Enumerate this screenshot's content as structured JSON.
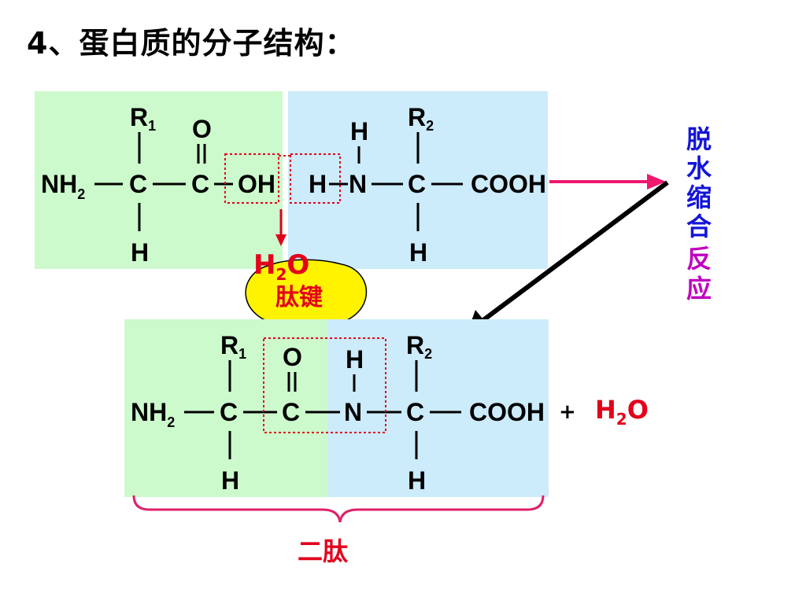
{
  "slide": {
    "title": "4、蛋白质的分子结构："
  },
  "top_structure": {
    "r1": "R",
    "r1_sub": "1",
    "r2": "R",
    "r2_sub": "2",
    "o": "O",
    "h1": "H",
    "h2": "H",
    "h_bottom1": "H",
    "h_bottom2": "H",
    "nh": "NH",
    "nh_sub": "2",
    "c1": "C",
    "c2": "C",
    "oh": "OH",
    "h_left": "H",
    "n": "N",
    "c3": "C",
    "cooh": "COOH"
  },
  "water_out": {
    "h": "H",
    "sub": "2",
    "o": "O"
  },
  "callout": {
    "label": "肽键"
  },
  "reaction_label": {
    "chars": [
      "脱",
      "水",
      "缩",
      "合",
      "反",
      "应"
    ]
  },
  "bottom_structure": {
    "r1": "R",
    "r1_sub": "1",
    "r2": "R",
    "r2_sub": "2",
    "o": "O",
    "h_top": "H",
    "nh": "NH",
    "nh_sub": "2",
    "c1": "C",
    "c2": "C",
    "n": "N",
    "c3": "C",
    "cooh": "COOH",
    "h_bottom1": "H",
    "h_bottom2": "H"
  },
  "byproduct": {
    "plus": "+",
    "h": "H",
    "sub": "2",
    "o": "O"
  },
  "dipeptide": {
    "label": "二肽"
  },
  "colors": {
    "green_panel": "#ccfacc",
    "blue_panel": "#ccebfb",
    "pink_arrow": "#f0186e",
    "dotted_box": "#e3001b",
    "callout_fill": "#fff300",
    "reaction_blue": "#1414d8",
    "reaction_magenta": "#c000c0",
    "brace": "#e0206a"
  }
}
